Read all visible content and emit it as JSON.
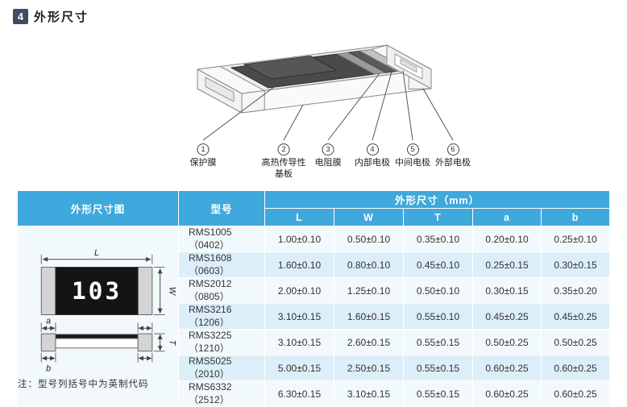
{
  "header": {
    "number": "4",
    "title": "外形尺寸"
  },
  "diagram": {
    "marking": "103",
    "callouts": [
      {
        "num": "1",
        "label": "保护膜"
      },
      {
        "num": "2",
        "label": "高热传导性\n基板"
      },
      {
        "num": "3",
        "label": "电阻膜"
      },
      {
        "num": "4",
        "label": "内部电极"
      },
      {
        "num": "5",
        "label": "中间电极"
      },
      {
        "num": "6",
        "label": "外部电极"
      }
    ],
    "dim_labels": {
      "L": "L",
      "W": "W",
      "T": "T",
      "a": "a",
      "b": "b"
    }
  },
  "table": {
    "drawing_header": "外形尺寸图",
    "model_header": "型号",
    "dims_header": "外形尺寸（mm）",
    "dim_columns": [
      "L",
      "W",
      "T",
      "a",
      "b"
    ],
    "rows": [
      {
        "model": "RMS1005（0402）",
        "l": "1.00±0.10",
        "w": "0.50±0.10",
        "t": "0.35±0.10",
        "a": "0.20±0.10",
        "b": "0.25±0.10"
      },
      {
        "model": "RMS1608（0603）",
        "l": "1.60±0.10",
        "w": "0.80±0.10",
        "t": "0.45±0.10",
        "a": "0.25±0.15",
        "b": "0.30±0.15"
      },
      {
        "model": "RMS2012（0805）",
        "l": "2.00±0.10",
        "w": "1.25±0.10",
        "t": "0.50±0.10",
        "a": "0.30±0.15",
        "b": "0.35±0.20"
      },
      {
        "model": "RMS3216（1206）",
        "l": "3.10±0.15",
        "w": "1.60±0.15",
        "t": "0.55±0.10",
        "a": "0.45±0.25",
        "b": "0.45±0.25"
      },
      {
        "model": "RMS3225（1210）",
        "l": "3.10±0.15",
        "w": "2.60±0.15",
        "t": "0.55±0.15",
        "a": "0.50±0.25",
        "b": "0.50±0.25"
      },
      {
        "model": "RMS5025（2010）",
        "l": "5.00±0.15",
        "w": "2.50±0.15",
        "t": "0.55±0.15",
        "a": "0.60±0.25",
        "b": "0.60±0.25"
      },
      {
        "model": "RMS6332（2512）",
        "l": "6.30±0.15",
        "w": "3.10±0.15",
        "t": "0.55±0.15",
        "a": "0.60±0.25",
        "b": "0.60±0.25"
      }
    ]
  },
  "note": "注：型号列括号中为英制代码",
  "colors": {
    "header_blue": "#3fa8dc",
    "row_light": "#f2f9fd",
    "row_alt": "#dceef8",
    "badge_navy": "#3e4d63"
  }
}
